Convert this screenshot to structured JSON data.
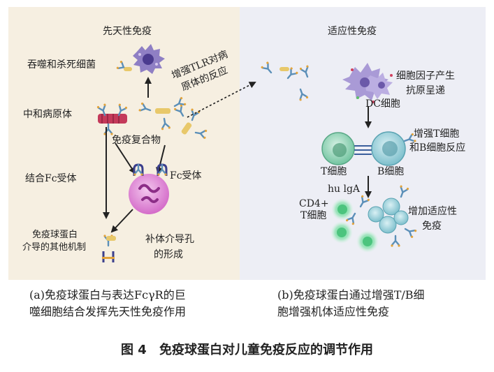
{
  "panel_a": {
    "title": "先天性免疫",
    "phagocytosis": "吞噬和杀死细菌",
    "tlr_line1": "增强TLR对病",
    "tlr_line2": "原体的反应",
    "neutralize": "中和病原体",
    "immune_complex": "免疫复合物",
    "fc_binding": "结合Fc受体",
    "fc_receptor": "Fc受体",
    "other_line1": "免疫球蛋白",
    "other_line2": "介导的其他机制",
    "complement_line1": "补体介导孔",
    "complement_line2": "的形成"
  },
  "panel_b": {
    "title": "适应性免疫",
    "cytokine_line1": "细胞因子产生",
    "cytokine_line2": "抗原呈递",
    "dc_cell": "DC细胞",
    "enhance_line1": "增强T细胞",
    "enhance_line2": "和B细胞反应",
    "t_cell": "T细胞",
    "b_cell": "B细胞",
    "hu_iga": "hu lgA",
    "cd4_line1": "CD4+",
    "cd4_line2": "T细胞",
    "adaptive_line1": "增加适应性",
    "adaptive_line2": "免疫"
  },
  "captions": {
    "a_line1": "(a)免疫球蛋白与表达FcγR的巨",
    "a_line2": "噬细胞结合发挥先天性免疫作用",
    "b_line1": "(b)免疫球蛋白通过增强T/B细",
    "b_line2": "胞增强机体适应性免疫"
  },
  "figure": {
    "number": "图 4",
    "title": "免疫球蛋白对儿童免疫反应的调节作用"
  },
  "colors": {
    "panel_a_bg": "#f6efe1",
    "panel_b_bg": "#edeef5",
    "macrophage": "#8f7fc4",
    "neutrophil": "#d879cf",
    "t_cell": "#8fd4b7",
    "b_cell": "#9fd3dc",
    "dc_cell": "#a99ad6",
    "antibody": "#6aa6c8",
    "arrow": "#222222"
  }
}
